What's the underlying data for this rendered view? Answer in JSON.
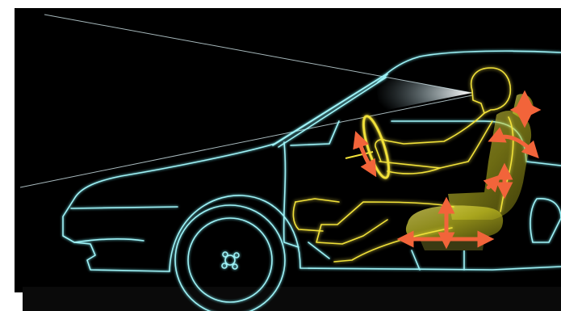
{
  "illustration": {
    "subject": "car-interior-ergonomics-adjustment-diagram",
    "palette": {
      "background": "#000000",
      "frame": "#ffffff",
      "car_outline": "#9ff2f6",
      "driver_outline": "#f2e23a",
      "seat_fill": "#c8c820",
      "adjust_arrow": "#f2643a",
      "sight_beam": "#e8f4f6",
      "bottom_band": "#0a0a0a"
    },
    "icons": [
      "steering-wheel-adjust-arrows",
      "headrest-adjust-arrows",
      "backrest-tilt-arrows",
      "lumbar-adjust-arrows",
      "seat-height-arrows",
      "seat-slide-arrows"
    ]
  }
}
